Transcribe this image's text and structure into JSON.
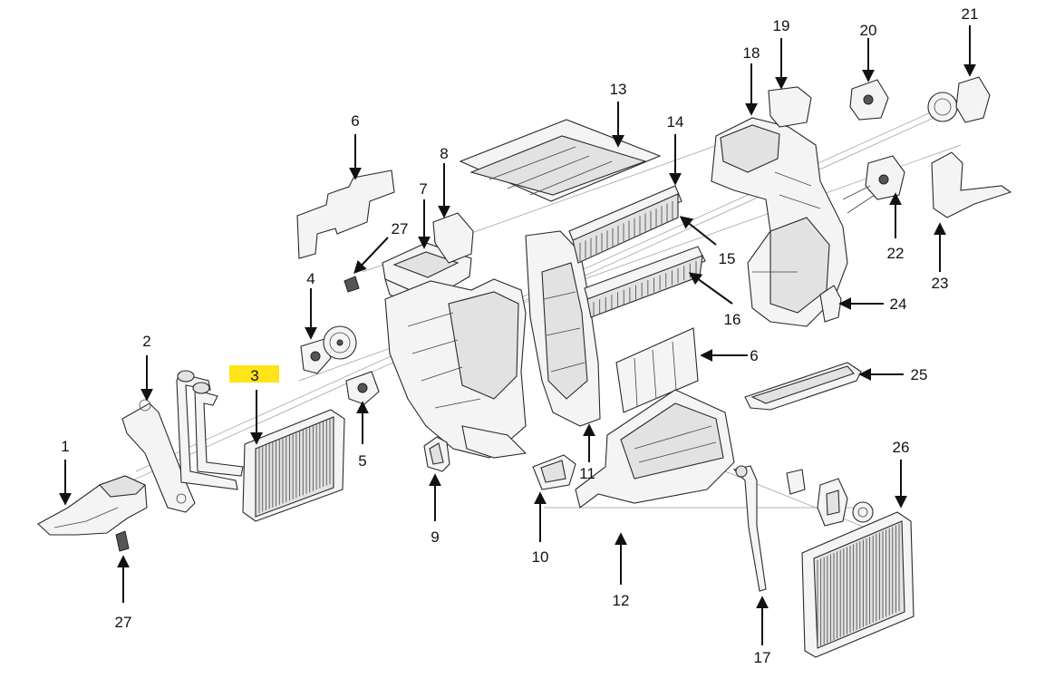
{
  "diagram": {
    "highlight_color": "#ffe100",
    "highlighted_label": "3",
    "labels": {
      "l1": "1",
      "l2": "2",
      "l3": "3",
      "l4": "4",
      "l5": "5",
      "l6a": "6",
      "l6b": "6",
      "l7": "7",
      "l8": "8",
      "l9": "9",
      "l10": "10",
      "l11": "11",
      "l12": "12",
      "l13": "13",
      "l14": "14",
      "l15": "15",
      "l16": "16",
      "l17": "17",
      "l18": "18",
      "l19": "19",
      "l20": "20",
      "l21": "21",
      "l22": "22",
      "l23": "23",
      "l24": "24",
      "l25": "25",
      "l26": "26",
      "l27a": "27",
      "l27b": "27"
    }
  }
}
